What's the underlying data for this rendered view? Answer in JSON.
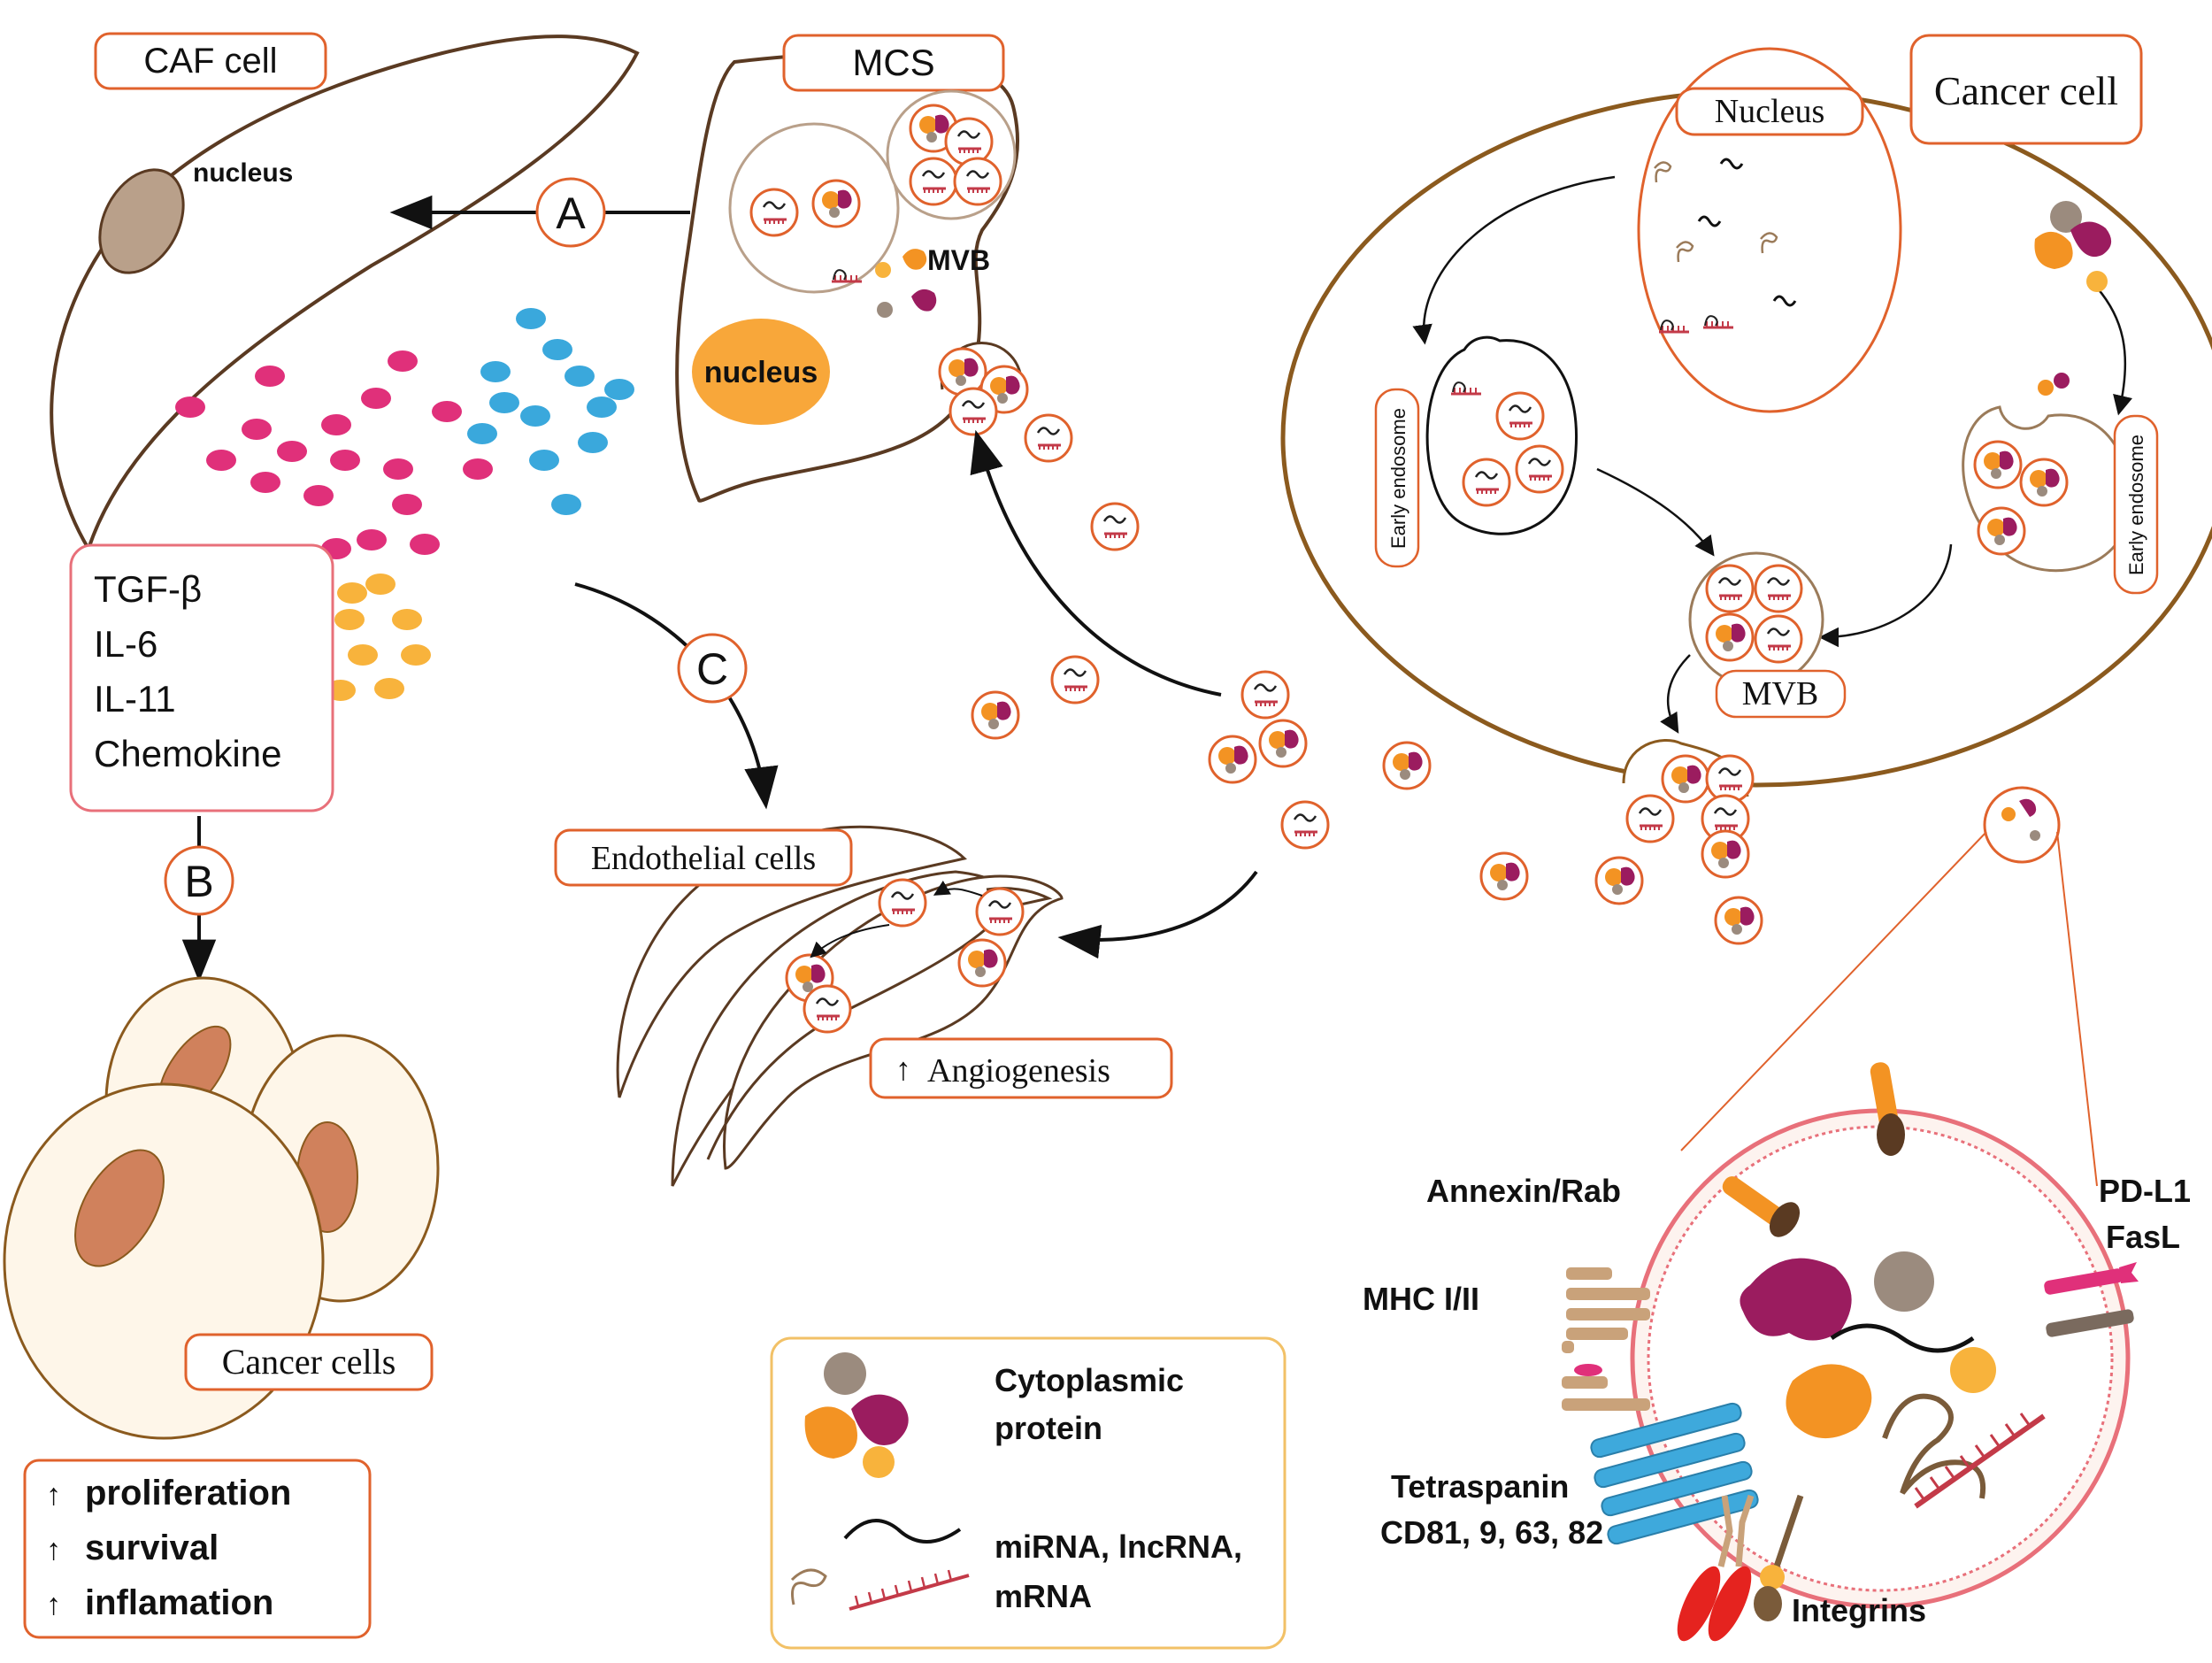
{
  "labels": {
    "caf_cell": "CAF cell",
    "caf_nucleus": "nucleus",
    "mcs": "MCS",
    "mcs_nucleus": "nucleus",
    "mcs_mvb": "MVB",
    "step_a": "A",
    "step_b": "B",
    "step_c": "C",
    "cancer_cell": "Cancer cell",
    "nucleus": "Nucleus",
    "early_endosome_left": "Early endosome",
    "early_endosome_right": "Early endosome",
    "mvb": "MVB",
    "endothelial_cells": "Endothelial cells",
    "angiogenesis": "Angiogenesis",
    "cancer_cells": "Cancer cells"
  },
  "cytokines": [
    "TGF-β",
    "IL-6",
    "IL-11",
    "Chemokine"
  ],
  "effects": [
    "proliferation",
    "survival",
    "inflamation"
  ],
  "exosome_labels": {
    "annexin": "Annexin/Rab",
    "mhc": "MHC I/II",
    "tetraspanin_1": "Tetraspanin",
    "tetraspanin_2": "CD81, 9, 63, 82",
    "integrins": "Integrins",
    "pdl1": "PD-L1",
    "fasl": "FasL"
  },
  "legend": {
    "protein_1": "Cytoplasmic",
    "protein_2": "protein",
    "rna_1": "miRNA, lncRNA,",
    "rna_2": "mRNA"
  },
  "colors": {
    "label_border": "#e0622c",
    "cytokine_border": "#e8707a",
    "legend_border": "#f2c167",
    "cell_outline": "#5a3a22",
    "cancer_cell_outline": "#8b5a1e",
    "orange": "#f39323",
    "gold": "#f8b33c",
    "magenta": "#9b1c5f",
    "pink_dot": "#e0307a",
    "blue_dot": "#3aa8dc",
    "taupe": "#9b8b7e",
    "rna_red": "#c33a48",
    "tetraspanin_blue": "#3ea9dc",
    "integrin_red": "#e5231f",
    "mhc_tan": "#c9a27a",
    "cell_body": "#fef6e9",
    "cell_nucleus": "#d0815c"
  }
}
